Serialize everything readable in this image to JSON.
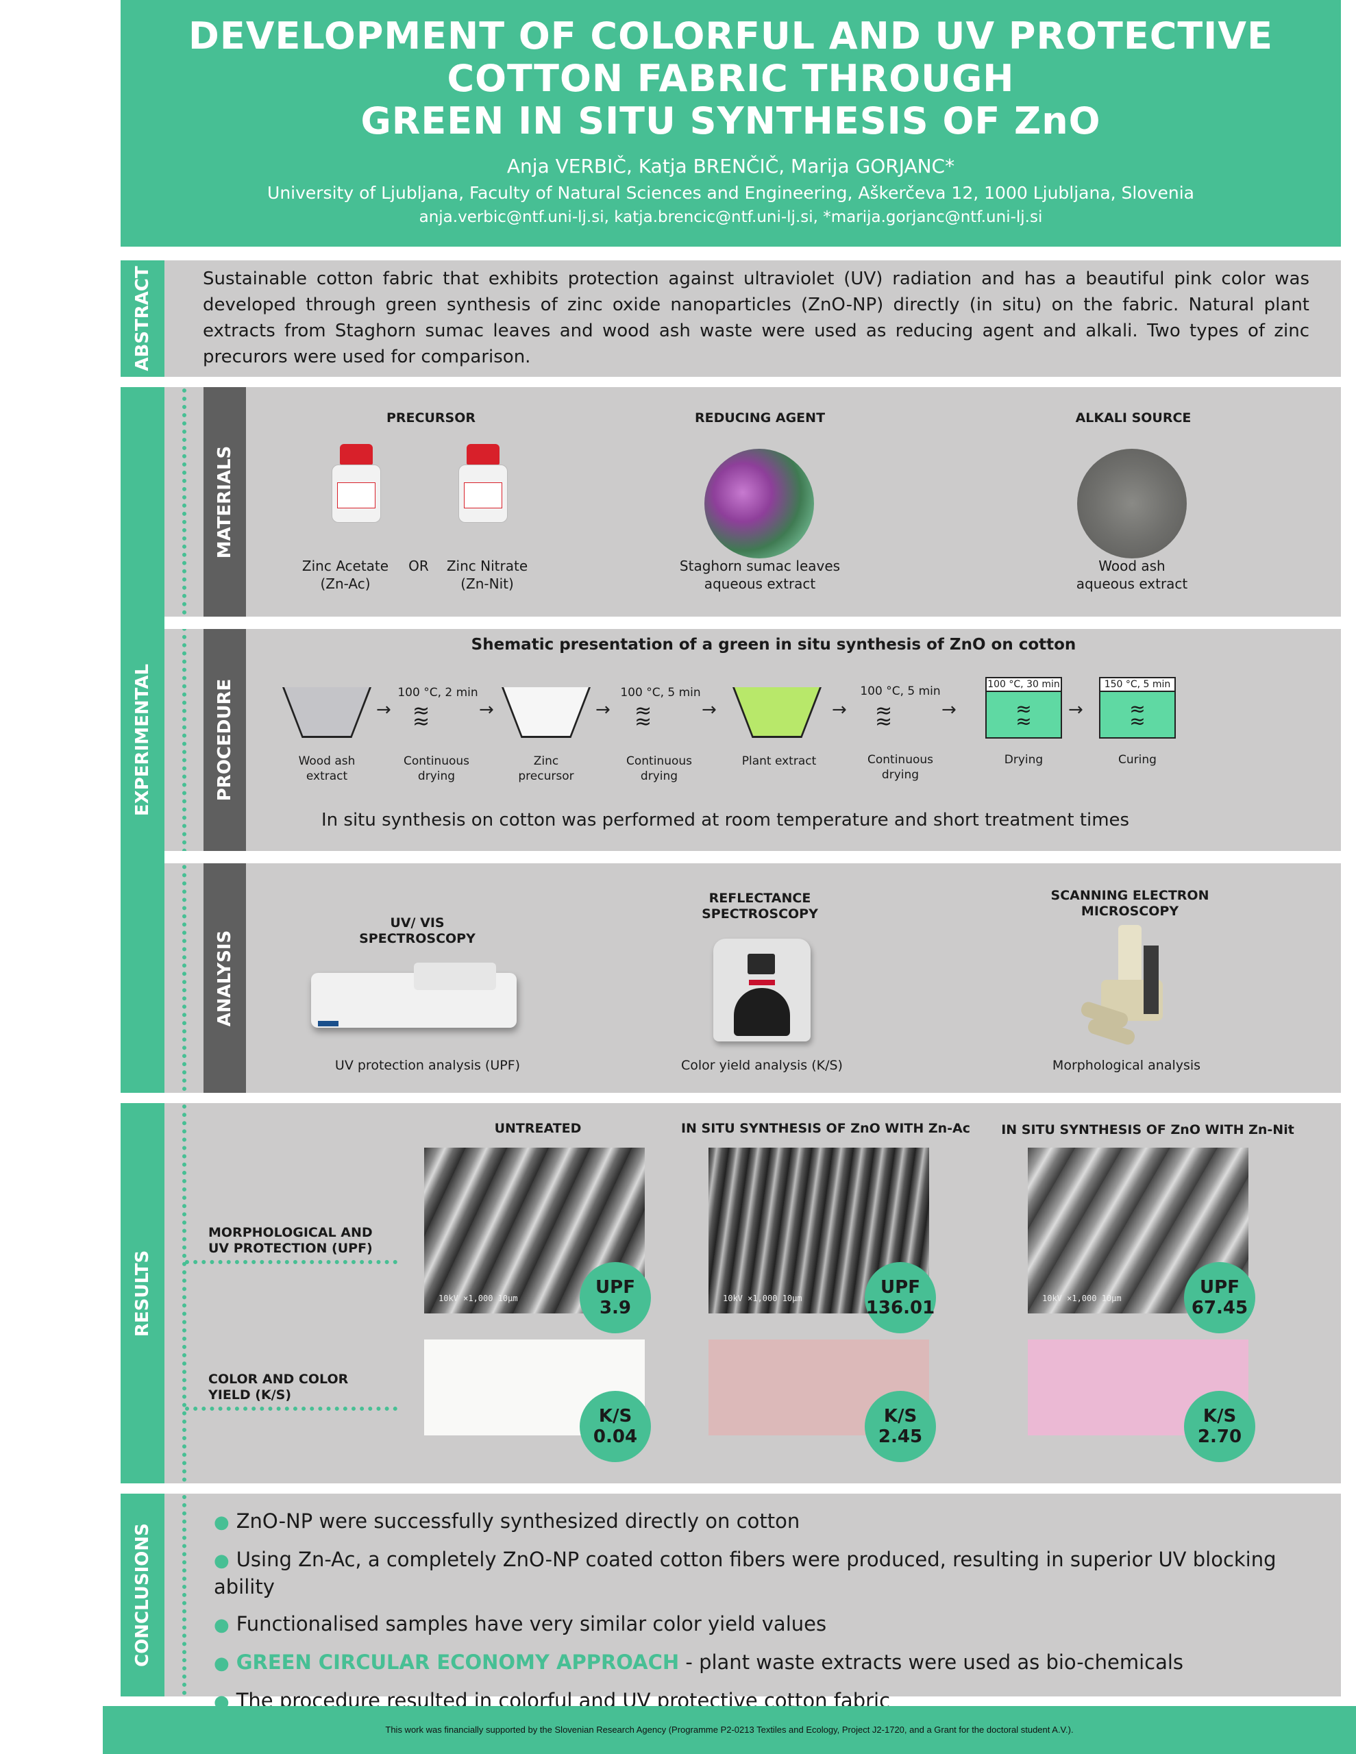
{
  "header": {
    "title_line1": "DEVELOPMENT OF COLORFUL AND UV PROTECTIVE",
    "title_line2": "COTTON FABRIC THROUGH",
    "title_line3": "GREEN IN SITU SYNTHESIS OF ZnO",
    "authors": "Anja VERBIČ, Katja BRENČIČ, Marija GORJANC*",
    "affiliation": "University of Ljubljana, Faculty of Natural Sciences and Engineering, Aškerčeva 12, 1000 Ljubljana, Slovenia",
    "emails": "anja.verbic@ntf.uni-lj.si, katja.brencic@ntf.uni-lj.si, *marija.gorjanc@ntf.uni-lj.si"
  },
  "abstract": {
    "label": "ABSTRACT",
    "text": "Sustainable cotton fabric that exhibits protection against ultraviolet (UV) radiation and has a beautiful pink color was developed through green synthesis of zinc oxide nanoparticles (ZnO-NP) directly (in situ) on the fabric. Natural plant extracts from Staghorn sumac leaves and wood ash waste were used as reducing agent and alkali. Two types of zinc precurors were used for comparison."
  },
  "experimental": {
    "label": "EXPERIMENTAL",
    "materials": {
      "label": "MATERIALS",
      "precursor_heading": "PRECURSOR",
      "reducing_heading": "REDUCING AGENT",
      "alkali_heading": "ALKALI SOURCE",
      "zn_ac_line1": "Zinc Acetate",
      "zn_ac_line2": "(Zn-Ac)",
      "or_label": "OR",
      "zn_nit_line1": "Zinc Nitrate",
      "zn_nit_line2": "(Zn-Nit)",
      "sumac_line1": "Staghorn sumac leaves",
      "sumac_line2": "aqueous extract",
      "ash_line1": "Wood ash",
      "ash_line2": "aqueous extract"
    },
    "procedure": {
      "label": "PROCEDURE",
      "heading": "Shematic presentation of a green in situ synthesis of ZnO on cotton",
      "step1": "Wood ash extract",
      "dry1_temp": "100 °C, 2 min",
      "dry1_label": "Continuous drying",
      "step2": "Zinc precursor",
      "dry2_temp": "100 °C, 5 min",
      "dry2_label": "Continuous drying",
      "step3": "Plant extract",
      "dry3_temp": "100 °C, 5 min",
      "dry3_label": "Continuous drying",
      "drying_temp": "100 °C, 30 min",
      "drying_label": "Drying",
      "curing_temp": "150 °C, 5 min",
      "curing_label": "Curing",
      "note": "In situ synthesis on cotton was performed at room temperature and short treatment times"
    },
    "analysis": {
      "label": "ANALYSIS",
      "uv_heading_line1": "UV/ VIS",
      "uv_heading_line2": "SPECTROSCOPY",
      "refl_heading_line1": "REFLECTANCE",
      "refl_heading_line2": "SPECTROSCOPY",
      "sem_heading_line1": "SCANNING ELECTRON",
      "sem_heading_line2": "MICROSCOPY",
      "uv_caption": "UV protection analysis (UPF)",
      "refl_caption": "Color yield analysis (K/S)",
      "sem_caption": "Morphological analysis"
    }
  },
  "results": {
    "label": "RESULTS",
    "row1_label_line1": "MORPHOLOGICAL AND",
    "row1_label_line2": "UV PROTECTION (UPF)",
    "row2_label_line1": "COLOR AND COLOR",
    "row2_label_line2": "YIELD (K/S)",
    "col1_heading": "UNTREATED",
    "col2_heading": "IN SITU SYNTHESIS OF ZnO WITH Zn-Ac",
    "col3_heading": "IN SITU SYNTHESIS OF ZnO WITH Zn-Nit",
    "upf_label": "UPF",
    "ks_label": "K/S",
    "upf_values": [
      "3.9",
      "136.01",
      "67.45"
    ],
    "ks_values": [
      "0.04",
      "2.45",
      "2.70"
    ],
    "sem_scale_text": "10kV  ×1,000  10μm",
    "fabric_colors": [
      "#f9f9f7",
      "#dcb9b9",
      "#ebb9d4"
    ]
  },
  "conclusions": {
    "label": "CONCLUSIONS",
    "items": [
      "ZnO-NP were successfully synthesized directly on cotton",
      "Using Zn-Ac, a completely ZnO-NP coated cotton fibers were produced, resulting in superior UV blocking ability",
      "Functionalised samples have very similar color yield values",
      "The procedure resulted in colorful and UV protective cotton fabric"
    ],
    "highlight_prefix": "GREEN CIRCULAR ECONOMY APPROACH",
    "highlight_rest": " - plant waste extracts were used as bio-chemicals"
  },
  "footer": {
    "text": "This work was financially supported by the Slovenian Research Agency (Programme P2-0213 Textiles and Ecology, Project J2-1720, and a Grant for the doctoral student A.V.)."
  },
  "colors": {
    "accent": "#47bf94",
    "panel": "#cccbcb",
    "dark_label": "#5f5f5f"
  }
}
